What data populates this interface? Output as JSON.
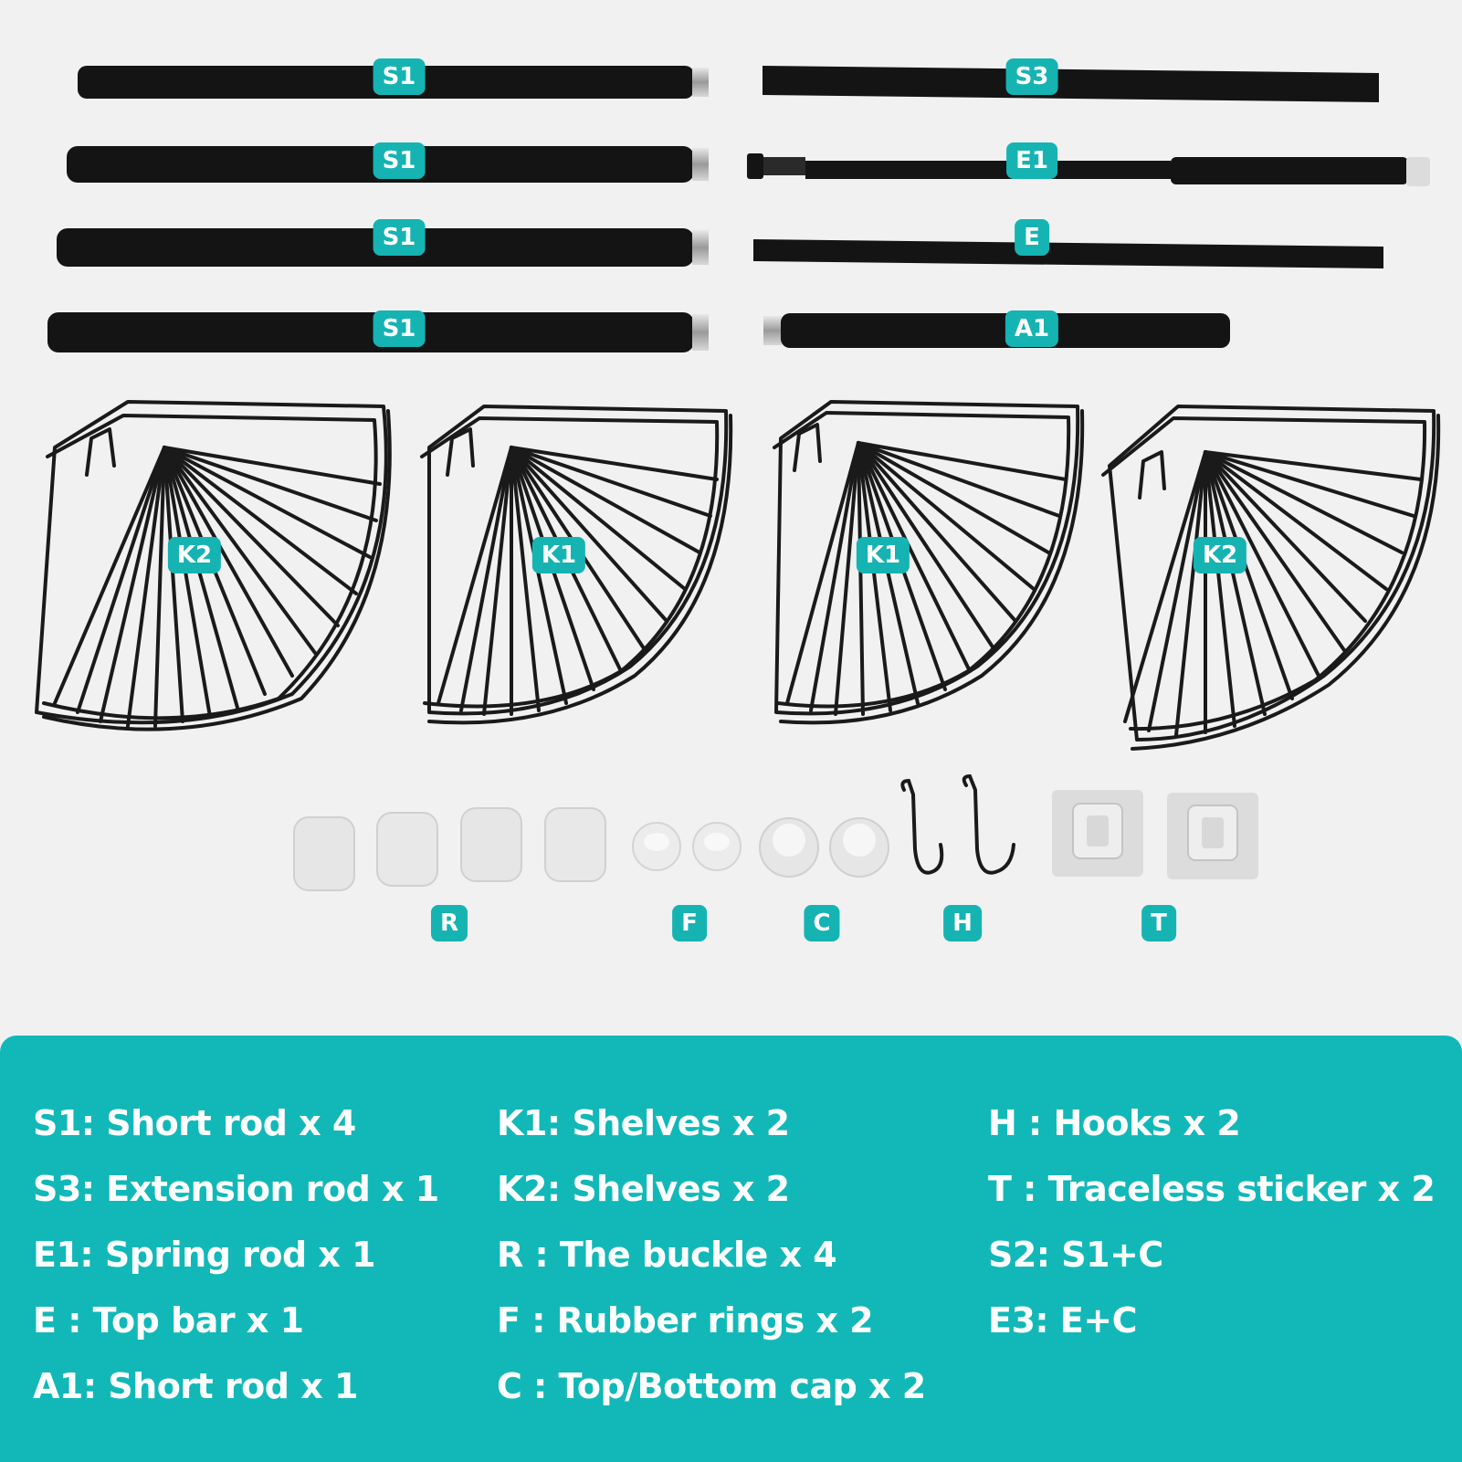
{
  "labels": {
    "rod_s1_a": "S1",
    "rod_s1_b": "S1",
    "rod_s1_c": "S1",
    "rod_s1_d": "S1",
    "rod_s3": "S3",
    "rod_e1": "E1",
    "rod_e": "E",
    "rod_a1": "A1",
    "shelf_1": "K2",
    "shelf_2": "K1",
    "shelf_3": "K1",
    "shelf_4": "K2",
    "part_r": "R",
    "part_f": "F",
    "part_c": "C",
    "part_h": "H",
    "part_t": "T"
  },
  "legend": {
    "col1": [
      "S1: Short rod x 4",
      "S3: Extension rod x 1",
      "E1: Spring rod x 1",
      "E  : Top bar x 1",
      "A1: Short rod  x 1"
    ],
    "col2": [
      "K1: Shelves x 2",
      "K2: Shelves x 2",
      "R  : The buckle x 4",
      "F  : Rubber rings x 2",
      "C  : Top/Bottom cap x 2"
    ],
    "col3": [
      "H  : Hooks x 2",
      "T  : Traceless sticker x 2",
      "S2: S1+C",
      "E3: E+C"
    ]
  },
  "colors": {
    "accent": "#16b3b3",
    "panel": "#12b8b8",
    "rod": "#141414",
    "background": "#f1f1f1"
  }
}
